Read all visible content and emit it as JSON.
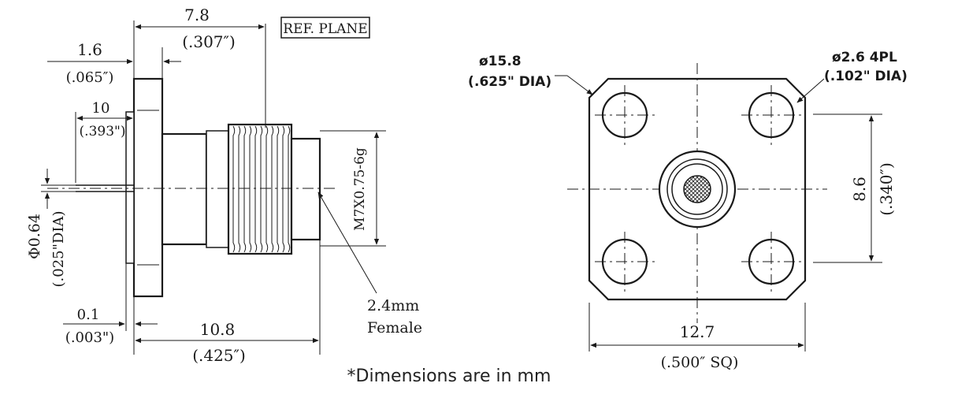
{
  "side_view": {
    "dim_overall": {
      "mm": "7.8",
      "inch": "(.307″)"
    },
    "ref_plane": "REF. PLANE",
    "dim_flange": {
      "mm": "1.6",
      "inch": "(.065″)"
    },
    "dim_pin_len": {
      "mm": "10",
      "inch": "(.393\")"
    },
    "dim_pin_dia": {
      "mm": "Φ0.64",
      "inch": "(.025\"DIA)"
    },
    "dim_gap": {
      "mm": "0.1",
      "inch": "(.003\")"
    },
    "dim_body": {
      "mm": "10.8",
      "inch": "(.425″)"
    },
    "thread": "M7X0.75-6g",
    "connector_type": {
      "line1": "2.4mm",
      "line2": "Female"
    }
  },
  "front_view": {
    "dim_flange_dia": {
      "mm": "ø15.8",
      "inch": ".625\" DIA)",
      "inch_open": "("
    },
    "dim_hole": {
      "mm": "ø2.6  4PL",
      "inch": "(.102\"  DIA)"
    },
    "dim_hole_spacing": {
      "mm": "8.6",
      "inch": "(.340″)"
    },
    "dim_square": {
      "mm": "12.7",
      "inch": "(.500″ SQ)"
    }
  },
  "footnote": "*Dimensions are in mm"
}
